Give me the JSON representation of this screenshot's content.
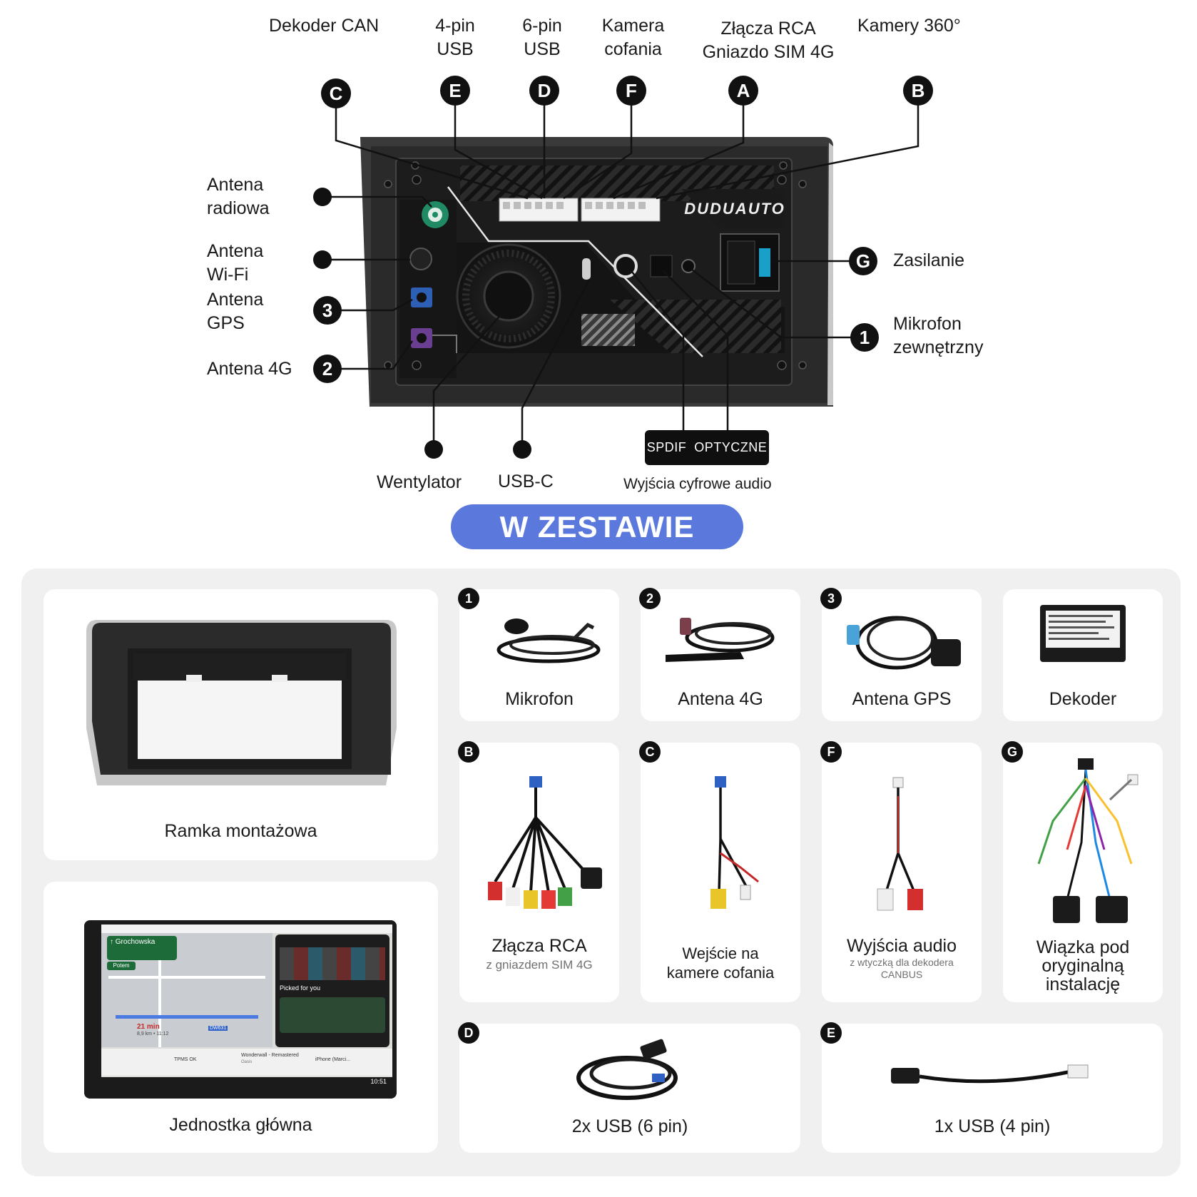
{
  "rear_panel": {
    "brand": "DUDUAUTO",
    "top_labels": {
      "can_decoder": "Dekoder CAN",
      "usb_4pin_line1": "4-pin",
      "usb_4pin_line2": "USB",
      "usb_6pin_line1": "6-pin",
      "usb_6pin_line2": "USB",
      "camera_line1": "Kamera",
      "camera_line2": "cofania",
      "rca_line1": "Złącza RCA",
      "rca_line2": "Gniazdo SIM 4G",
      "cam360": "Kamery 360°"
    },
    "top_markers": [
      "C",
      "E",
      "D",
      "F",
      "A",
      "B"
    ],
    "left_labels": {
      "radio_line1": "Antena",
      "radio_line2": "radiowa",
      "wifi_line1": "Antena",
      "wifi_line2": "Wi-Fi",
      "gps_line1": "Antena",
      "gps_line2": "GPS",
      "lte": "Antena 4G"
    },
    "left_markers": [
      "3",
      "2"
    ],
    "right_labels": {
      "power": "Zasilanie",
      "mic_line1": "Mikrofon",
      "mic_line2": "zewnętrzny"
    },
    "right_markers": [
      "G",
      "1"
    ],
    "bottom_labels": {
      "fan": "Wentylator",
      "usbc": "USB-C",
      "spdif": "SPDIF",
      "optical": "OPTYCZNE",
      "digital_audio": "Wyjścia cyfrowe audio"
    }
  },
  "banner": "W ZESTAWIE",
  "kit": {
    "frame": "Ramka montażowa",
    "head_unit": "Jednostka główna",
    "mic": {
      "marker": "1",
      "title": "Mikrofon"
    },
    "lte": {
      "marker": "2",
      "title": "Antena 4G"
    },
    "gps": {
      "marker": "3",
      "title": "Antena GPS"
    },
    "decoder": {
      "title": "Dekoder"
    },
    "rca": {
      "marker": "B",
      "title": "Złącza RCA",
      "sub": "z gniazdem SIM 4G"
    },
    "camera": {
      "marker": "C",
      "title_line1": "Wejście na",
      "title_line2": "kamere cofania"
    },
    "audio": {
      "marker": "F",
      "title": "Wyjścia audio",
      "sub_line1": "z wtyczką dla dekodera",
      "sub_line2": "CANBUS"
    },
    "harness": {
      "marker": "G",
      "title_line1": "Wiązka pod",
      "title_line2": "oryginalną",
      "title_line3": "instalację"
    },
    "usb6": {
      "marker": "D",
      "title": "2x USB (6 pin)"
    },
    "usb4": {
      "marker": "E",
      "title": "1x USB (4 pin)"
    }
  },
  "screen": {
    "street": "Grochowska",
    "next": "Potem",
    "eta": "21 min",
    "dist": "8,9 km • 11:12",
    "road": "DW631",
    "picked": "Picked for you",
    "tpms": "TPMS OK",
    "song": "Wonderwall - Remastered",
    "artist": "Oasis",
    "phone": "iPhone (Marci...",
    "clock": "10:51"
  }
}
